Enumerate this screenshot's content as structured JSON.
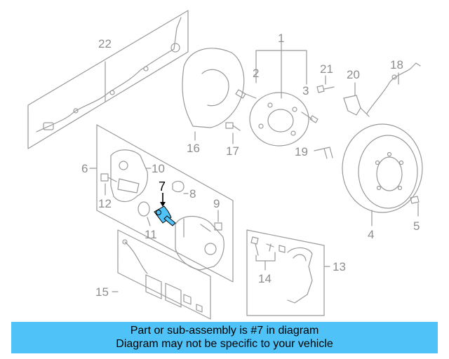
{
  "callouts": {
    "c1": "1",
    "c2": "2",
    "c3": "3",
    "c4": "4",
    "c5": "5",
    "c6": "6",
    "c7": "7",
    "c8": "8",
    "c9": "9",
    "c10": "10",
    "c11": "11",
    "c12": "12",
    "c13": "13",
    "c14": "14",
    "c15": "15",
    "c16": "16",
    "c17": "17",
    "c18": "18",
    "c19": "19",
    "c20": "20",
    "c21": "21",
    "c22": "22"
  },
  "highlighted_part": "7",
  "colors": {
    "highlight": "#4fc3f7",
    "line": "#9a9a9a",
    "text": "#8e8e8e"
  },
  "banner": {
    "line1": "Part or sub-assembly is #7 in diagram",
    "line2": "Diagram may not be specific to your vehicle"
  }
}
